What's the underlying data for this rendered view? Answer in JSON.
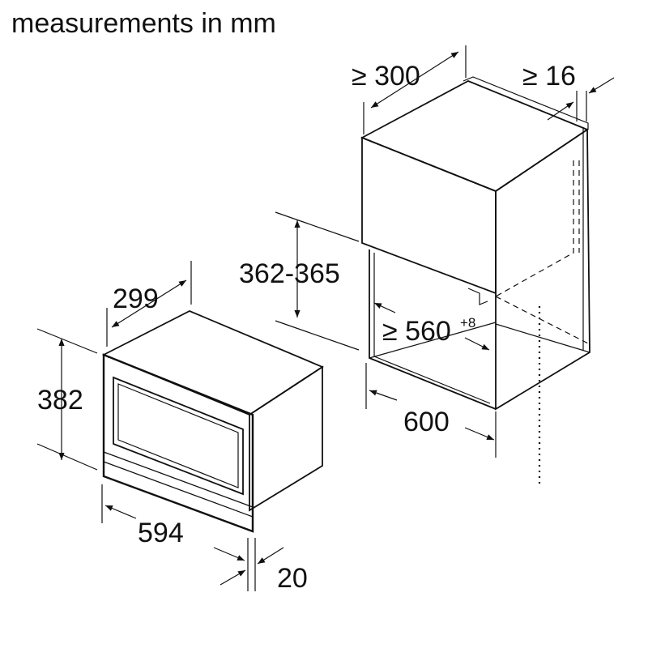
{
  "title": "measurements in mm",
  "dimensions": {
    "cabinet_depth_min": "≥ 300",
    "side_gap_min": "≥ 16",
    "niche_height": "362-365",
    "niche_depth_min": "≥ 560",
    "niche_depth_tolerance": "+8",
    "niche_width": "600",
    "appliance_depth": "299",
    "appliance_height": "382",
    "appliance_width": "594",
    "front_thickness": "20"
  }
}
